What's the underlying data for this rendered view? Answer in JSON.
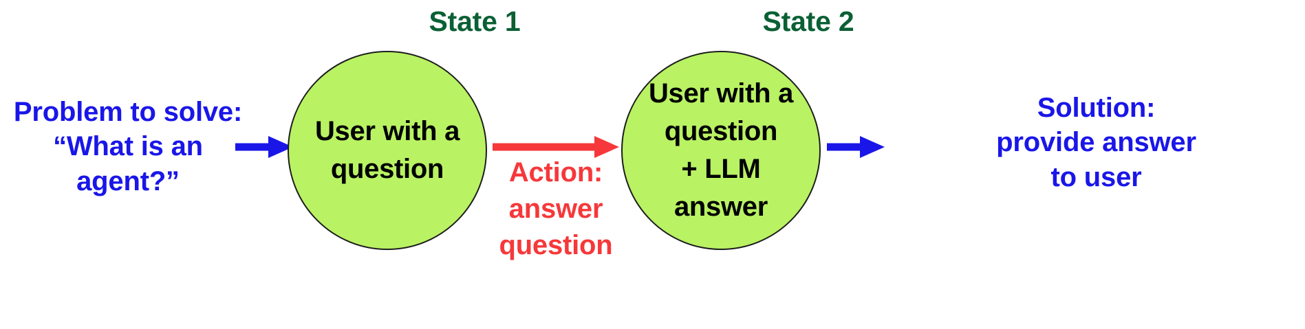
{
  "diagram": {
    "title": "Agent state transition diagram",
    "background_color": "#ffffff",
    "colors": {
      "blue": "#1a16e8",
      "red": "#f6383a",
      "state_label_green": "#0a6034",
      "circle_fill": "#b9f263",
      "circle_stroke": "#1d1d1d",
      "circle_text": "#000000"
    },
    "problem": {
      "text": "Problem to solve:\n“What is an agent?”",
      "lines": [
        "Problem to solve:",
        "“What is an agent?”"
      ],
      "color": "#1a16e8"
    },
    "solution": {
      "text": "Solution:\nprovide answer\nto user",
      "lines": [
        "Solution:",
        "provide answer",
        "to user"
      ],
      "color": "#1a16e8"
    },
    "states": [
      {
        "label": "State 1",
        "label_color": "#0a6034",
        "body": "User with a\nquestion",
        "body_lines": [
          "User with a",
          "question"
        ],
        "fill": "#b9f263"
      },
      {
        "label": "State 2",
        "label_color": "#0a6034",
        "body": "User with a\nquestion\n+ LLM\nanswer",
        "body_lines": [
          "User with a",
          "question",
          "+ LLM",
          "answer"
        ],
        "fill": "#b9f263"
      }
    ],
    "action": {
      "text": "Action:\nanswer\nquestion",
      "lines": [
        "Action:",
        "answer",
        "question"
      ],
      "color": "#f6383a"
    },
    "arrows": [
      {
        "name": "input-arrow",
        "color": "#1a16e8",
        "direction": "right"
      },
      {
        "name": "action-arrow",
        "color": "#f6383a",
        "direction": "right"
      },
      {
        "name": "output-arrow",
        "color": "#1a16e8",
        "direction": "right"
      }
    ]
  }
}
